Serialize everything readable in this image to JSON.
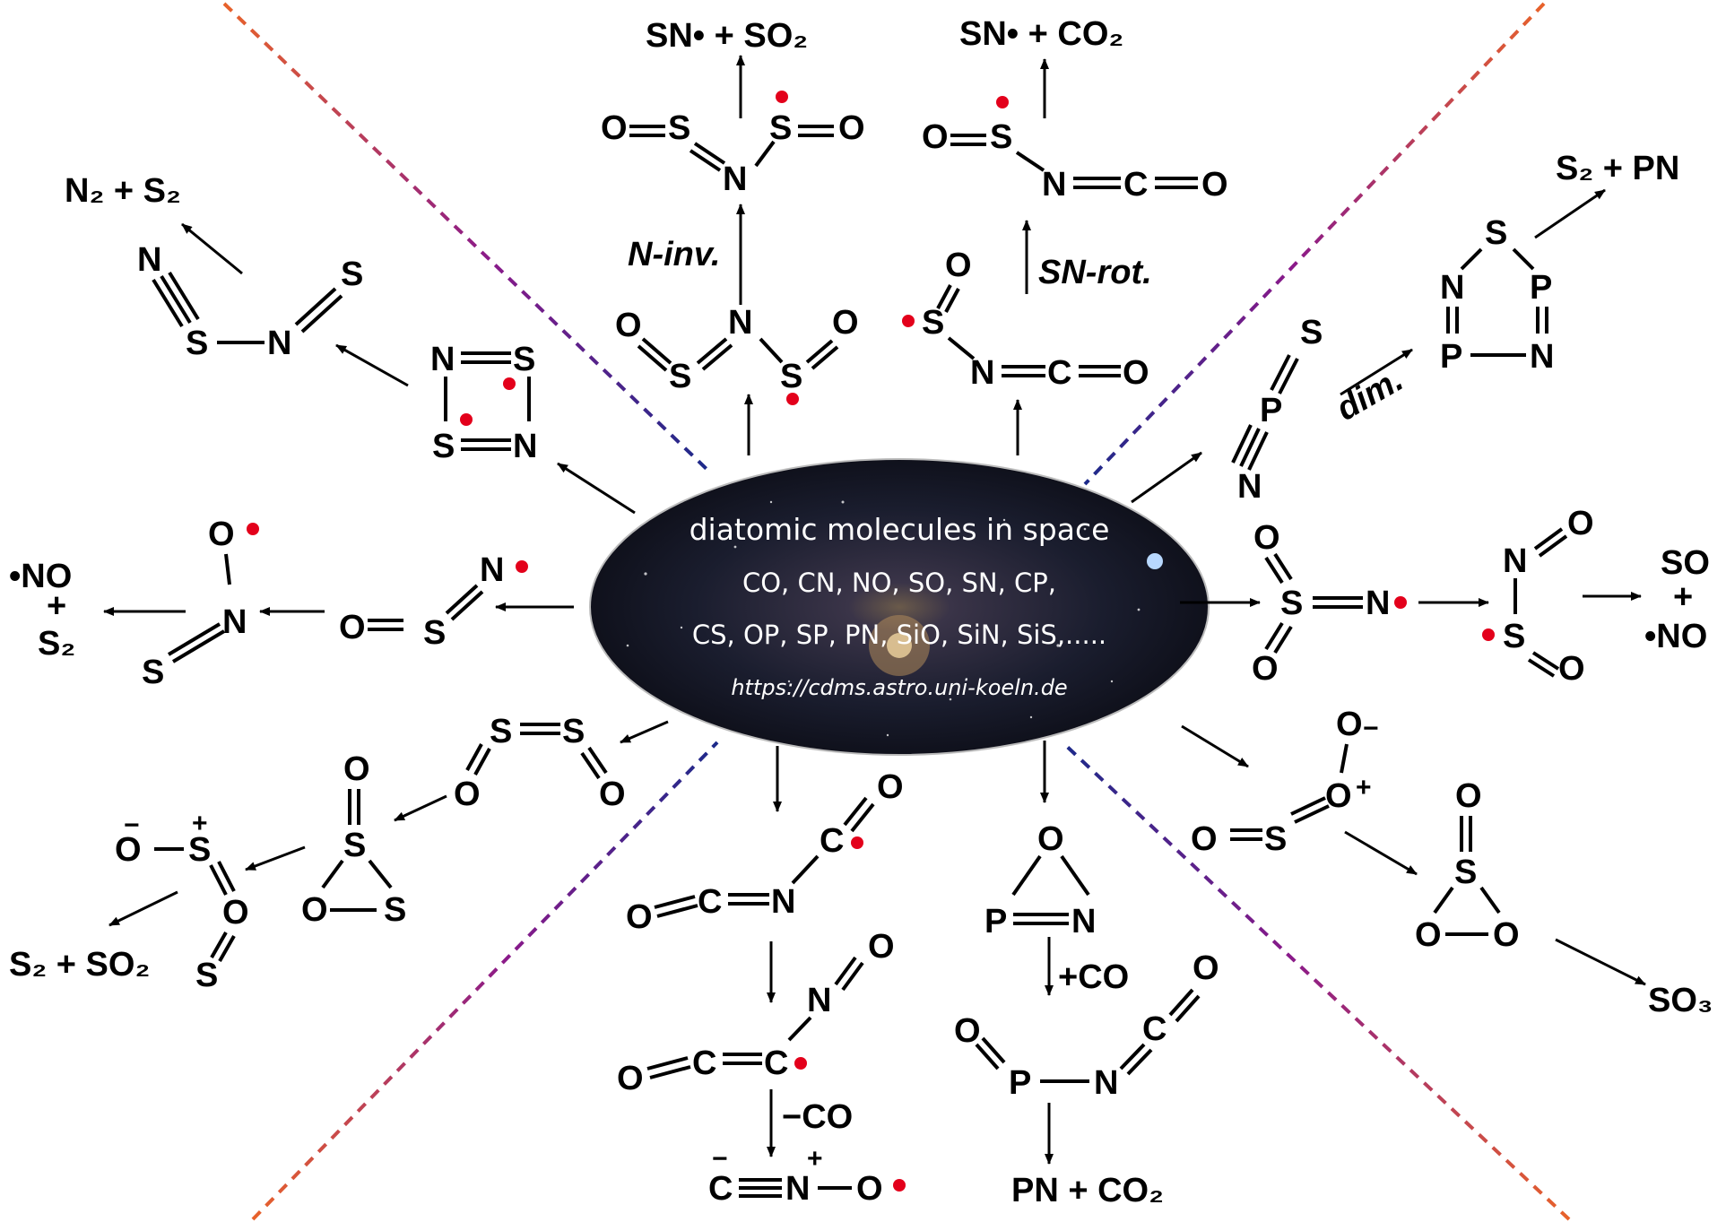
{
  "center": {
    "title": "diatomic molecules in space",
    "line1": "CO, CN, NO, SO, SN, CP,",
    "line2": "CS, OP, SP, PN, SiO, SiN, SiS,.....",
    "url": "https://cdms.astro.uni-koeln.de"
  },
  "labels": {
    "sn_so2": "SN• + SO₂",
    "sn_co2": "SN• + CO₂",
    "n2_s2": "N₂ + S₂",
    "s2_pn": "S₂ + PN",
    "ninv": "N-inv.",
    "snrot": "SN-rot.",
    "dim": "dim.",
    "no_s2_top": "•NO",
    "no_s2_plus": "+",
    "no_s2_bot": "S₂",
    "so_no_top": "SO",
    "so_no_plus": "+",
    "so_no_bot": "•NO",
    "s2_so2": "S₂ + SO₂",
    "so3": "SO₃",
    "pco": "+CO",
    "mco": "−CO",
    "pn_co2": "PN + CO₂"
  },
  "atoms": {
    "O": "O",
    "S": "S",
    "N": "N",
    "C": "C",
    "P": "P"
  },
  "colors": {
    "radical_dot": "#e3001b",
    "divider_outer": "#e8622a",
    "divider_mid": "#8a1a8a",
    "divider_inner": "#1c2a8a",
    "ellipse_fill": "#161a2a"
  }
}
